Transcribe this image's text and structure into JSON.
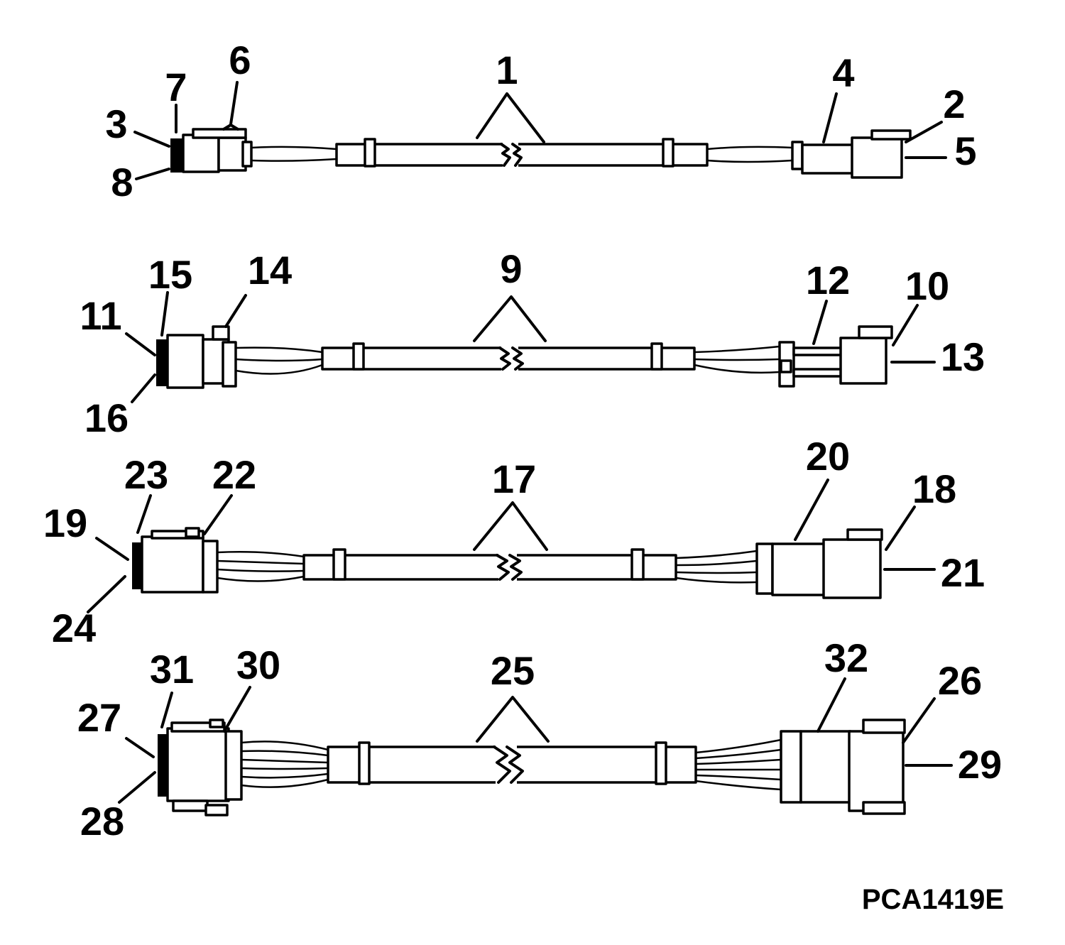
{
  "diagram": {
    "figure_id": "PCA1419E",
    "callouts": {
      "c1": "1",
      "c2": "2",
      "c3": "3",
      "c4": "4",
      "c5": "5",
      "c6": "6",
      "c7": "7",
      "c8": "8",
      "c9": "9",
      "c10": "10",
      "c11": "11",
      "c12": "12",
      "c13": "13",
      "c14": "14",
      "c15": "15",
      "c16": "16",
      "c17": "17",
      "c18": "18",
      "c19": "19",
      "c20": "20",
      "c21": "21",
      "c22": "22",
      "c23": "23",
      "c24": "24",
      "c25": "25",
      "c26": "26",
      "c27": "27",
      "c28": "28",
      "c29": "29",
      "c30": "30",
      "c31": "31",
      "c32": "32"
    }
  }
}
